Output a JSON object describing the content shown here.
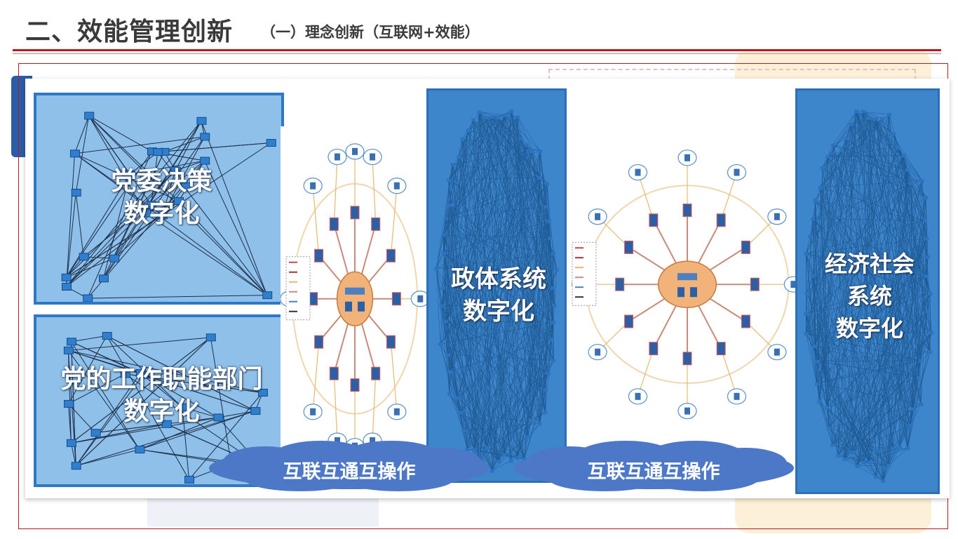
{
  "header": {
    "title": "二、效能管理创新",
    "subtitle": "（一）理念创新（互联网+效能）"
  },
  "panels": {
    "party_decision": "党委决策\n数字化",
    "party_departments": "党的工作职能部门\n数字化",
    "political_system": "政体系统\n数字化",
    "economic_social": "经济社会\n系统\n数字化"
  },
  "clouds": {
    "left": "互联互通互操作",
    "right": "互联互通互操作"
  },
  "colors": {
    "brand_red": "#c0171c",
    "panel_blue": "#4f97d4",
    "panel_blue_dark": "#2f78c4",
    "cloud_blue": "#4d78c8"
  }
}
